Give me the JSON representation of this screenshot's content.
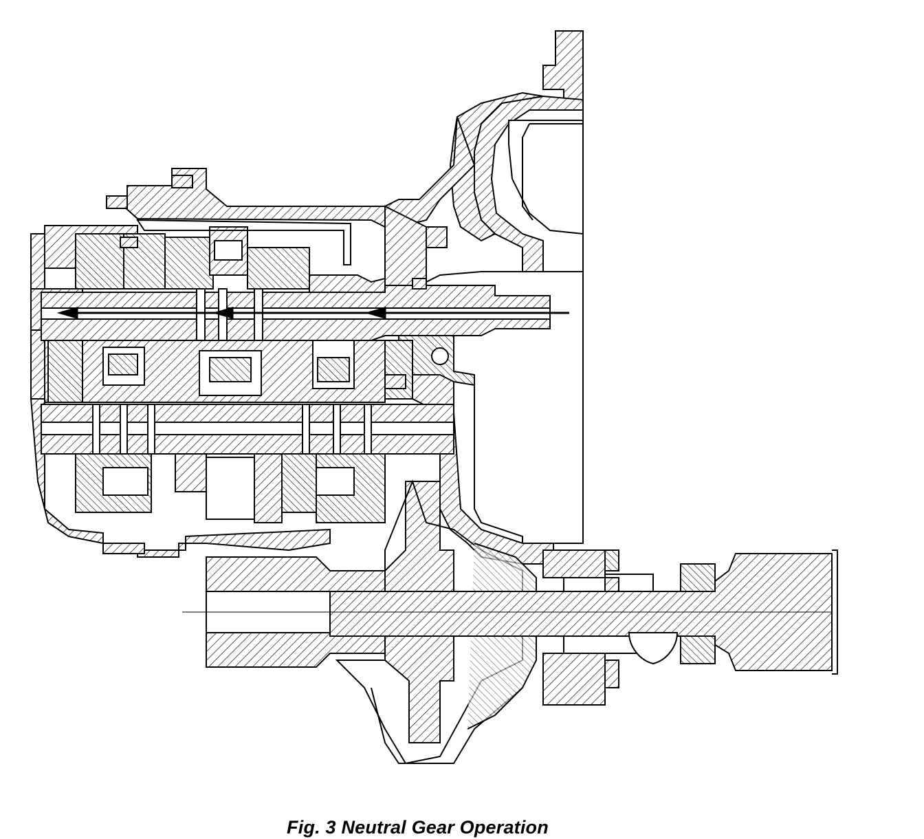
{
  "figure": {
    "caption": "Fig. 3 Neutral Gear Operation",
    "subject": "manual-transaxle-cross-section",
    "flow_direction": "right-to-left",
    "line_color": "#000000",
    "background_color": "#ffffff"
  }
}
